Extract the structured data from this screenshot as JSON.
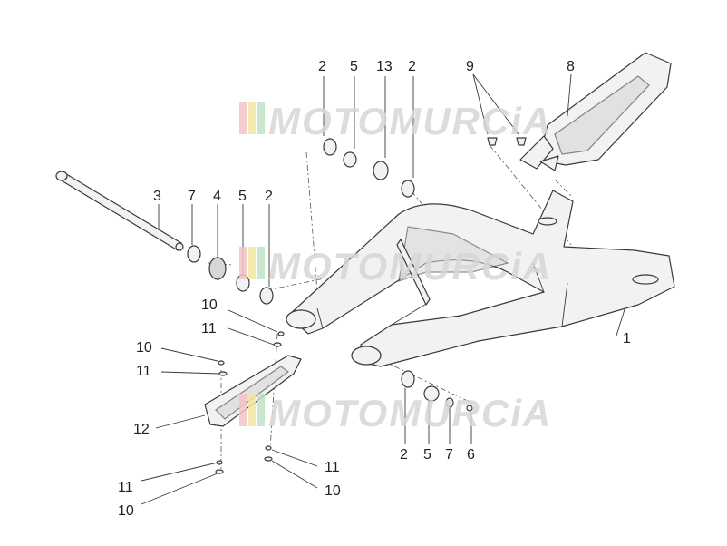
{
  "watermark": {
    "text": "MOTOMURCiA",
    "stripe_colors": [
      "#f2c6c6",
      "#f3e7a3",
      "#bfe3c6"
    ],
    "text_color": "#d7d7d7"
  },
  "labels": [
    {
      "id": "label-2-top-left",
      "text": "2"
    },
    {
      "id": "label-5-top",
      "text": "5"
    },
    {
      "id": "label-13",
      "text": "13"
    },
    {
      "id": "label-2-top-right",
      "text": "2"
    },
    {
      "id": "label-9",
      "text": "9"
    },
    {
      "id": "label-8",
      "text": "8"
    },
    {
      "id": "label-3",
      "text": "3"
    },
    {
      "id": "label-7-left",
      "text": "7"
    },
    {
      "id": "label-4",
      "text": "4"
    },
    {
      "id": "label-5-left",
      "text": "5"
    },
    {
      "id": "label-2-left",
      "text": "2"
    },
    {
      "id": "label-10-a",
      "text": "10"
    },
    {
      "id": "label-11-a",
      "text": "11"
    },
    {
      "id": "label-10-b",
      "text": "10"
    },
    {
      "id": "label-11-b",
      "text": "11"
    },
    {
      "id": "label-1",
      "text": "1"
    },
    {
      "id": "label-12",
      "text": "12"
    },
    {
      "id": "label-2-bottom",
      "text": "2"
    },
    {
      "id": "label-5-bottom",
      "text": "5"
    },
    {
      "id": "label-7-bottom",
      "text": "7"
    },
    {
      "id": "label-6",
      "text": "6"
    },
    {
      "id": "label-11-c",
      "text": "11"
    },
    {
      "id": "label-10-c",
      "text": "10"
    },
    {
      "id": "label-11-d",
      "text": "11"
    },
    {
      "id": "label-10-d",
      "text": "10"
    }
  ]
}
